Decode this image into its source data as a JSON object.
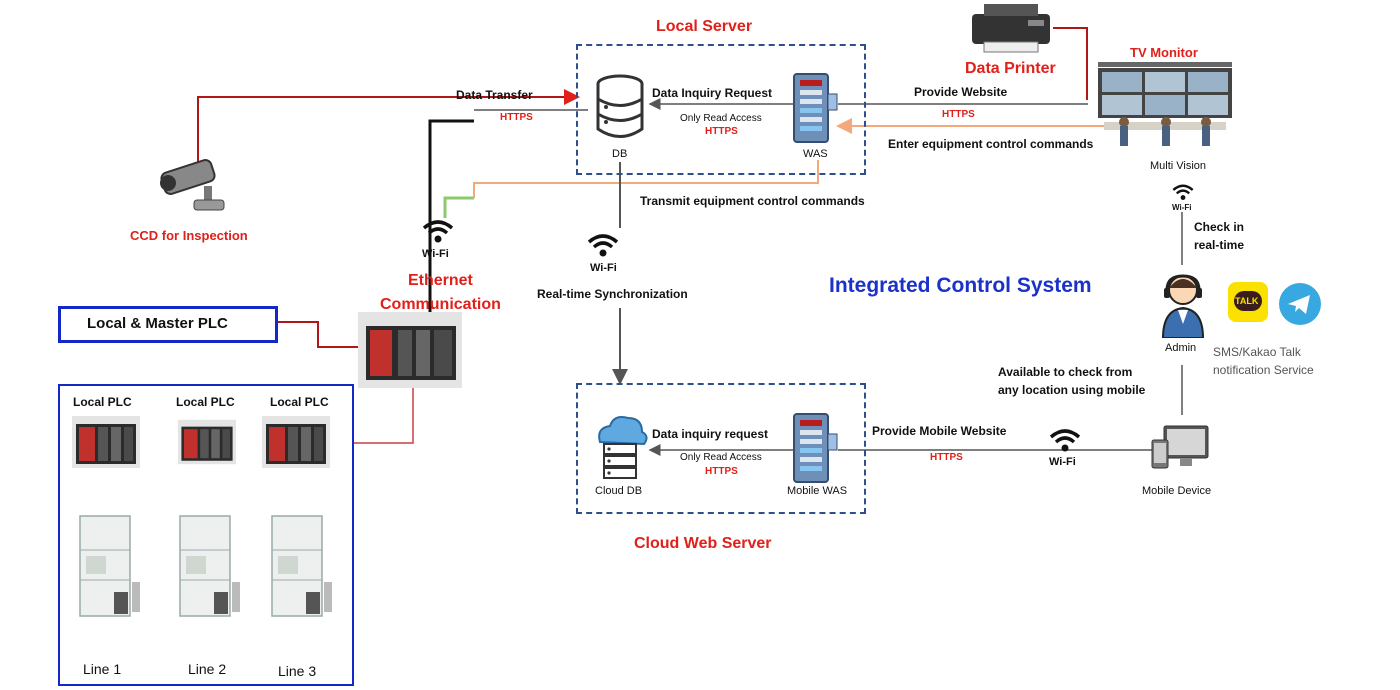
{
  "local_server": {
    "title": "Local Server",
    "db_label": "DB",
    "was_label": "WAS",
    "data_inquiry": "Data Inquiry Request",
    "only_read": "Only Read Access",
    "https": "HTTPS"
  },
  "cloud_server": {
    "title": "Cloud Web Server",
    "db_label": "Cloud DB",
    "was_label": "Mobile WAS",
    "data_inquiry": "Data inquiry request",
    "only_read": "Only Read Access",
    "https": "HTTPS"
  },
  "links": {
    "data_transfer": "Data Transfer",
    "data_transfer_https": "HTTPS",
    "provide_website": "Provide Website",
    "provide_website_https": "HTTPS",
    "enter_commands": "Enter equipment control commands",
    "transmit_commands": "Transmit equipment control commands",
    "realtime_sync": "Real-time Synchronization",
    "provide_mobile": "Provide Mobile Website",
    "provide_mobile_https": "HTTPS",
    "check_realtime": "Check in\nreal-time",
    "available_mobile": "Available to check from\nany location using mobile"
  },
  "devices": {
    "ccd": "CCD for Inspection",
    "printer": "Data Printer",
    "tv_monitor": "TV Monitor",
    "multi_vision": "Multi Vision",
    "admin": "Admin",
    "mobile_device": "Mobile Device",
    "ethernet": "Ethernet\nCommunication",
    "wifi": "Wi-Fi",
    "notification": "SMS/Kakao Talk\nnotification Service",
    "talk_icon_text": "TALK"
  },
  "plc": {
    "master": "Local & Master PLC",
    "local_labels": [
      "Local PLC",
      "Local PLC",
      "Local PLC"
    ],
    "lines": [
      "Line 1",
      "Line 2",
      "Line 3"
    ]
  },
  "system_title": "Integrated Control System",
  "colors": {
    "red": "#e0201a",
    "dark_red": "#b01818",
    "orange": "#f4a97c",
    "green": "#8cc96a",
    "blue": "#1a32c8",
    "dashed": "#2d4f8e"
  }
}
